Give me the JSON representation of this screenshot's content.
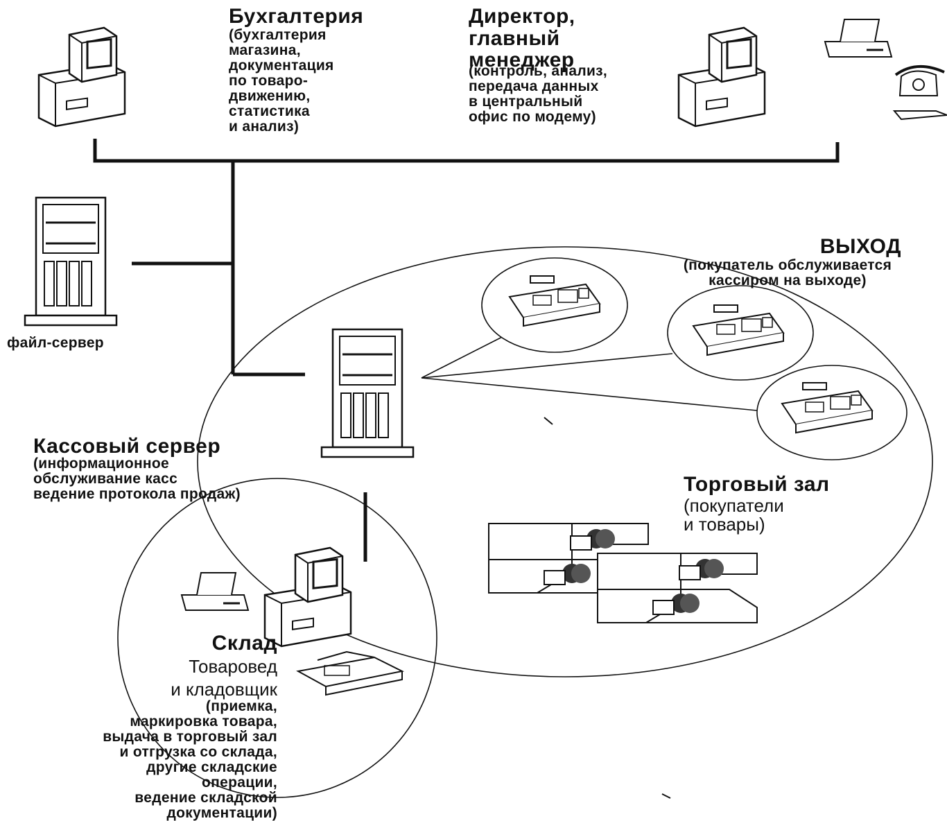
{
  "accounting": {
    "title": "Бухгалтерия",
    "description": "(бухгалтерия\nмагазина,\nдокументация\nпо товаро-\nдвижению,\nстатистика\nи анализ)"
  },
  "director": {
    "title": "Директор,\nглавный\nменеджер",
    "description": "(контроль, анализ,\nпередача данных\nв центральный\nофис по модему)"
  },
  "file_server": {
    "label": "файл-сервер"
  },
  "exit": {
    "title": "ВЫХОД",
    "description": "(покупатель обслуживается\nкассиром на выходе)"
  },
  "cash_server": {
    "title": "Кассовый сервер",
    "description": "(информационное\nобслуживание касс\nведение протокола продаж)"
  },
  "sales_floor": {
    "title": "Торговый зал",
    "description": "(покупатели\nи товары)"
  },
  "warehouse": {
    "title": "Склад",
    "staff": "Товаровед\nи кладовщик",
    "description": "(приемка,\nмаркировка товара,\nвыдача в торговый зал\nи отгрузка со склада,\nдругие складские\nоперации,\nведение складской\nдокументации)"
  }
}
